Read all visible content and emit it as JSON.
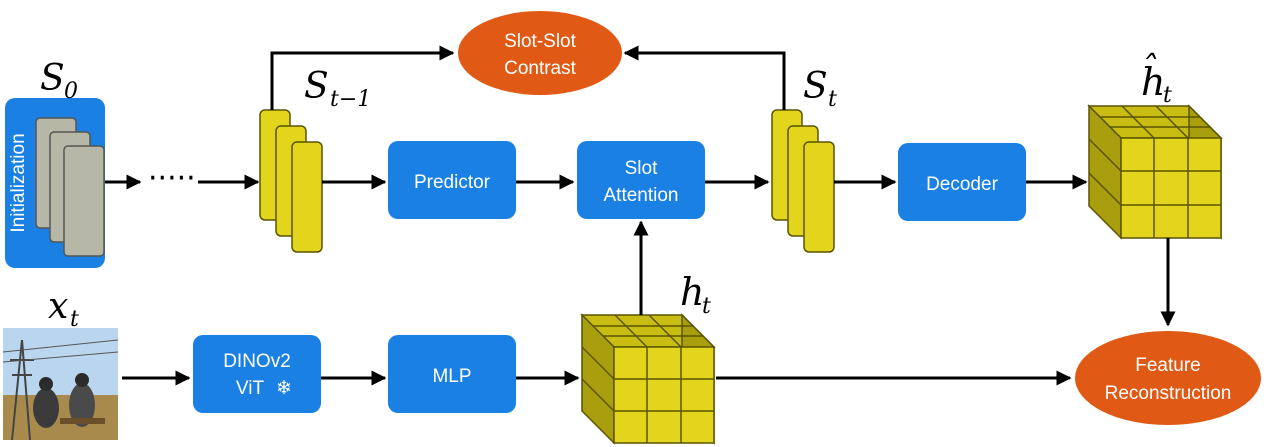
{
  "colors": {
    "blue": "#1a80e3",
    "orange": "#e05a16",
    "slot_yellow": "#e3d51b",
    "slot_stroke": "#5a5400",
    "init_card": "#b6b7a7",
    "cube_front": "#e3d51b",
    "cube_top": "#c9bd14",
    "cube_side": "#a99f0e",
    "photo_sky": "#b9d6ee",
    "photo_ground": "#a88a4d"
  },
  "labels": {
    "initialization": "Initialization",
    "predictor": "Predictor",
    "slot_attention_line1": "Slot",
    "slot_attention_line2": "Attention",
    "decoder": "Decoder",
    "dinov2_line1": "DINOv2",
    "dinov2_line2": "ViT",
    "mlp": "MLP",
    "slot_contrast_line1": "Slot-Slot",
    "slot_contrast_line2": "Contrast",
    "feature_recon_line1": "Feature",
    "feature_recon_line2": "Reconstruction",
    "frozen_icon": "❄",
    "ellipsis": "·····"
  },
  "math": {
    "s0": {
      "base": "S",
      "sub": "0"
    },
    "s_prev": {
      "base": "S",
      "sub": "t−1"
    },
    "s_t": {
      "base": "S",
      "sub": "t"
    },
    "h_hat": {
      "base": "h",
      "sub": "t",
      "accent": "ˆ"
    },
    "h_t": {
      "base": "h",
      "sub": "t"
    },
    "x_t": {
      "base": "x",
      "sub": "t"
    }
  },
  "icons": {
    "frozen": "snowflake-icon",
    "input_image": "photo-icon"
  }
}
